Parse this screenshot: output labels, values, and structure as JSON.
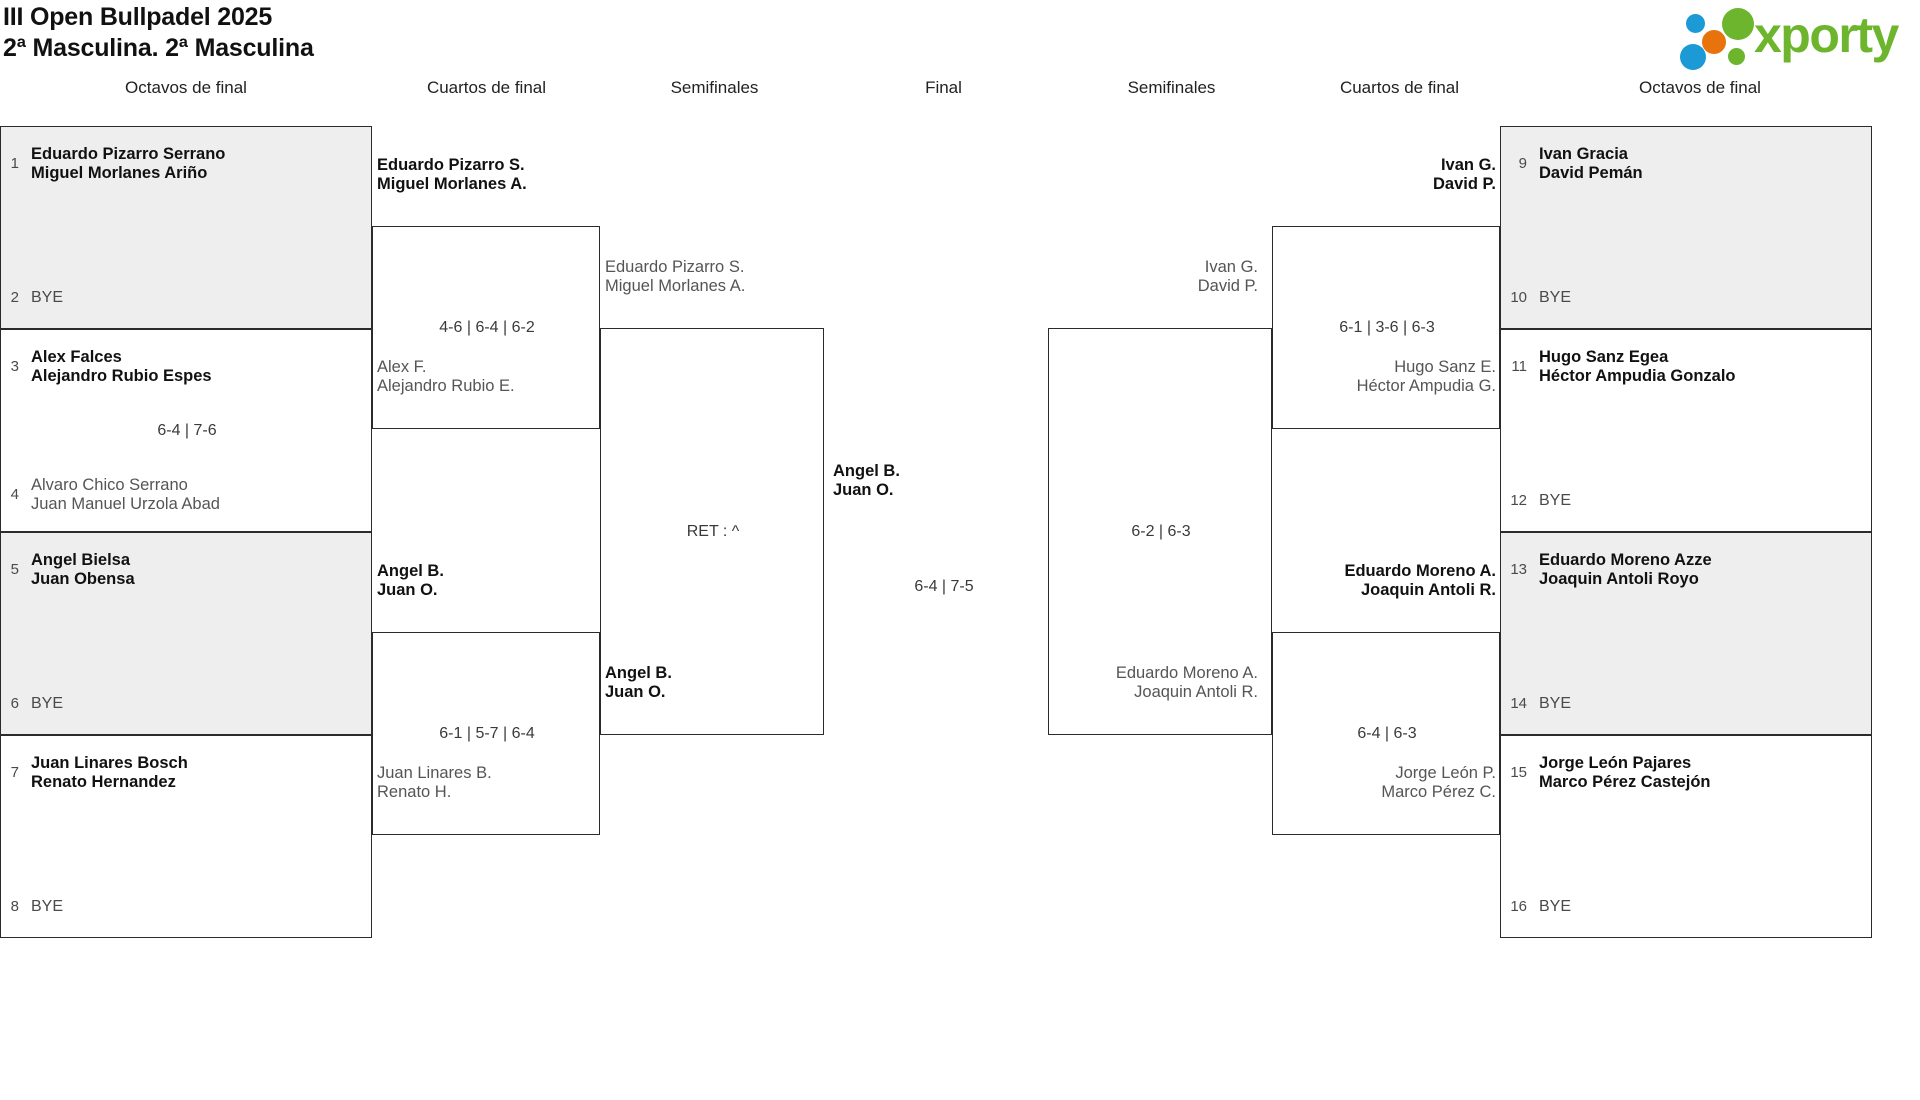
{
  "header": {
    "title_line1": "III Open Bullpadel 2025",
    "title_line2": "2ª Masculina. 2ª Masculina",
    "logo_text": "xporty",
    "logo_colors": {
      "green": "#6cb52d",
      "blue": "#1b9ad6",
      "orange": "#e8730c"
    }
  },
  "round_headers": {
    "left_r16": "Octavos de final",
    "left_qf": "Cuartos de final",
    "left_sf": "Semifinales",
    "final": "Final",
    "right_sf": "Semifinales",
    "right_qf": "Cuartos de final",
    "right_r16": "Octavos de final"
  },
  "left": {
    "r16": [
      {
        "seed": "1",
        "l1": "Eduardo Pizarro Serrano",
        "l2": "Miguel Morlanes Ariño",
        "state": "win"
      },
      {
        "seed": "2",
        "bye": "BYE"
      },
      {
        "seed": "3",
        "l1": "Alex Falces",
        "l2": "Alejandro Rubio Espes",
        "state": "win"
      },
      {
        "seed": "4",
        "l1": "Alvaro Chico Serrano",
        "l2": "Juan Manuel Urzola Abad",
        "state": "lose"
      },
      {
        "seed": "5",
        "l1": "Angel Bielsa",
        "l2": "Juan Obensa",
        "state": "win"
      },
      {
        "seed": "6",
        "bye": "BYE"
      },
      {
        "seed": "7",
        "l1": "Juan Linares Bosch",
        "l2": "Renato Hernandez",
        "state": "win"
      },
      {
        "seed": "8",
        "bye": "BYE"
      }
    ],
    "r16_scores": [
      "",
      "6-4 | 7-6",
      "",
      ""
    ],
    "qf": [
      {
        "l1": "Eduardo Pizarro S.",
        "l2": "Miguel Morlanes A.",
        "state": "win"
      },
      {
        "l1": "Alex F.",
        "l2": "Alejandro Rubio E.",
        "state": "lose"
      },
      {
        "l1": "Angel B.",
        "l2": "Juan O.",
        "state": "win"
      },
      {
        "l1": "Juan Linares B.",
        "l2": "Renato H.",
        "state": "lose"
      }
    ],
    "qf_scores": [
      "4-6 | 6-4 | 6-2",
      "6-1 | 5-7 | 6-4"
    ],
    "sf": [
      {
        "l1": "Eduardo Pizarro S.",
        "l2": "Miguel Morlanes A.",
        "state": "lose"
      },
      {
        "l1": "Angel B.",
        "l2": "Juan O.",
        "state": "win"
      }
    ],
    "sf_score": "RET : ^"
  },
  "final": {
    "winner": {
      "l1": "Angel B.",
      "l2": "Juan O.",
      "state": "win"
    },
    "score": "6-4 | 7-5"
  },
  "right": {
    "sf": [
      {
        "l1": "Ivan G.",
        "l2": "David P.",
        "state": "lose"
      },
      {
        "l1": "Eduardo Moreno A.",
        "l2": "Joaquin Antoli R.",
        "state": "lose"
      }
    ],
    "sf_score": "6-2 | 6-3",
    "qf": [
      {
        "l1": "Ivan G.",
        "l2": "David P.",
        "state": "win"
      },
      {
        "l1": "Hugo Sanz E.",
        "l2": "Héctor Ampudia G.",
        "state": "lose"
      },
      {
        "l1": "Eduardo Moreno A.",
        "l2": "Joaquin Antoli R.",
        "state": "win"
      },
      {
        "l1": "Jorge León P.",
        "l2": "Marco Pérez C.",
        "state": "lose"
      }
    ],
    "qf_scores": [
      "6-1 | 3-6 | 6-3",
      "6-4 | 6-3"
    ],
    "r16": [
      {
        "seed": "9",
        "l1": "Ivan Gracia",
        "l2": "David Pemán",
        "state": "win"
      },
      {
        "seed": "10",
        "bye": "BYE"
      },
      {
        "seed": "11",
        "l1": "Hugo Sanz Egea",
        "l2": "Héctor Ampudia Gonzalo",
        "state": "win"
      },
      {
        "seed": "12",
        "bye": "BYE"
      },
      {
        "seed": "13",
        "l1": "Eduardo Moreno Azze",
        "l2": "Joaquin Antoli Royo",
        "state": "win"
      },
      {
        "seed": "14",
        "bye": "BYE"
      },
      {
        "seed": "15",
        "l1": "Jorge León Pajares",
        "l2": "Marco Pérez Castejón",
        "state": "win"
      },
      {
        "seed": "16",
        "bye": "BYE"
      }
    ]
  }
}
